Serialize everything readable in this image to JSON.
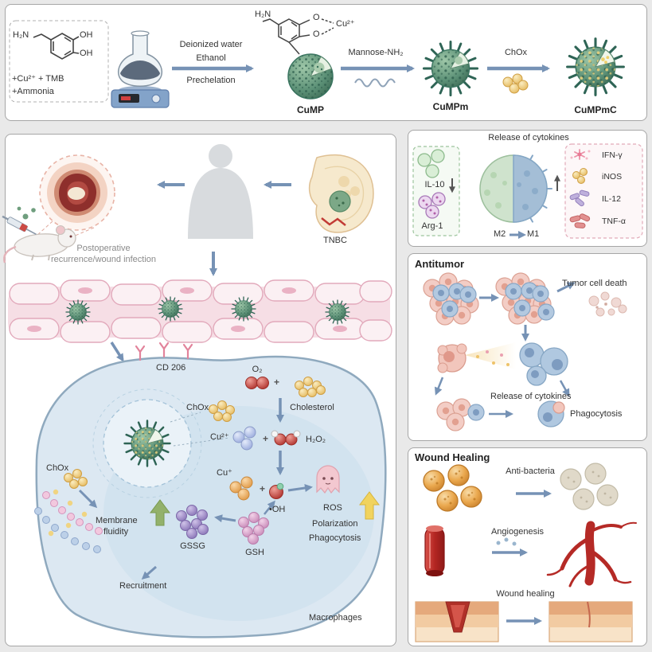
{
  "synthesis": {
    "h2n": "H₂N",
    "oh": "OH",
    "o": "O",
    "reagent_line1": "+Cu²⁺ + TMB",
    "reagent_line2": "+Ammonia",
    "step1": {
      "line1": "Deionized water",
      "line2": "Ethanol",
      "line3": "Prechelation"
    },
    "cu_ion": "Cu²⁺",
    "step2": "Mannose-NH₂",
    "step3": "ChOx",
    "products": {
      "p1": "CuMP",
      "p2": "CuMPm",
      "p3": "CuMPmC"
    }
  },
  "mechanism": {
    "postop_line1": "Postoperative",
    "postop_line2": "recurrence/wound infection",
    "tnbc": "TNBC",
    "cd206": "CD 206",
    "o2": "O₂",
    "chox": "ChOx",
    "cholesterol": "Cholesterol",
    "plus": "+",
    "cu2": "Cu²⁺",
    "h2o2": "H₂O₂",
    "cu1": "Cu⁺",
    "oh_radical": "•OH",
    "ros": "ROS",
    "polarization": "Polarization",
    "phagocytosis": "Phagocytosis",
    "gssg": "GSSG",
    "gsh": "GSH",
    "membrane_line1": "Membrane",
    "membrane_line2": "fluidity",
    "recruitment": "Recruitment",
    "macrophages": "Macrophages"
  },
  "cytokines": {
    "title": "Release of cytokines",
    "il10": "IL-10",
    "arg1": "Arg-1",
    "m2": "M2",
    "m1": "M1",
    "markers": [
      {
        "label": "IFN-γ"
      },
      {
        "label": "iNOS"
      },
      {
        "label": "IL-12"
      },
      {
        "label": "TNF-α"
      }
    ]
  },
  "antitumor": {
    "title": "Antitumor",
    "tumor_cell_death": "Tumor cell death",
    "release_of_cytokines": "Release of cytokines",
    "phagocytosis": "Phagocytosis"
  },
  "wound": {
    "title": "Wound Healing",
    "antibacteria": "Anti-bacteria",
    "angiogenesis": "Angiogenesis",
    "wound_healing": "Wound healing"
  }
}
